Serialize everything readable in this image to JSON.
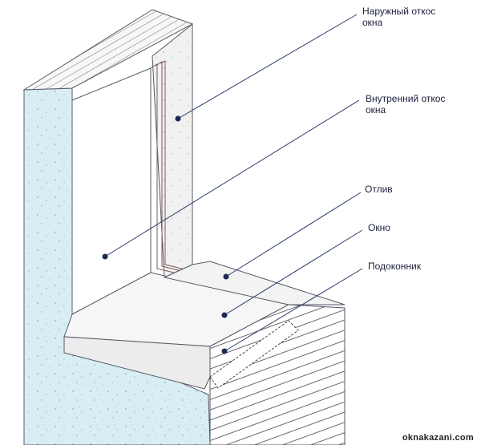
{
  "labels": {
    "outer_slope": [
      "Наружный откос",
      "окна"
    ],
    "inner_slope": [
      "Внутренний откос",
      "окна"
    ],
    "drip": "Отлив",
    "window": "Окно",
    "sill": "Подоконник"
  },
  "watermark": "oknakazani.com",
  "colors": {
    "concrete": "#d9edf5",
    "concrete_dark": "#c9e3ee",
    "plaster": "#f2f2f2",
    "slope_face": "#ffffff",
    "outline": "#555a66",
    "leader": "#2a3a6a",
    "dot": "#1d2a55"
  }
}
